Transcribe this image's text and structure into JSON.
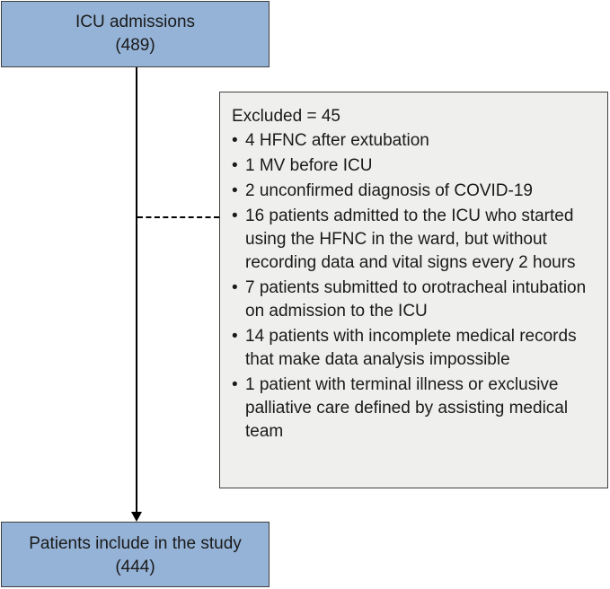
{
  "top_box": {
    "title": "ICU admissions",
    "count": "(489)"
  },
  "exclusion_box": {
    "header": "Excluded = 45",
    "items": [
      "4 HFNC after extubation",
      "1 MV before ICU",
      "2 unconfirmed diagnosis of COVID-19",
      "16 patients admitted to the ICU who started using the HFNC in the ward, but without recording data and vital signs every 2 hours",
      "7 patients submitted to orotracheal intubation on admission to the ICU",
      "14 patients with incomplete medical records that make data analysis impossible",
      "1 patient with terminal illness or exclusive palliative care defined by assisting medical team"
    ]
  },
  "bottom_box": {
    "title": "Patients include in the study",
    "count": "(444)"
  },
  "colors": {
    "box_fill": "#95b3d7",
    "exclusion_fill": "#efefed",
    "border": "#3f3f3f"
  }
}
